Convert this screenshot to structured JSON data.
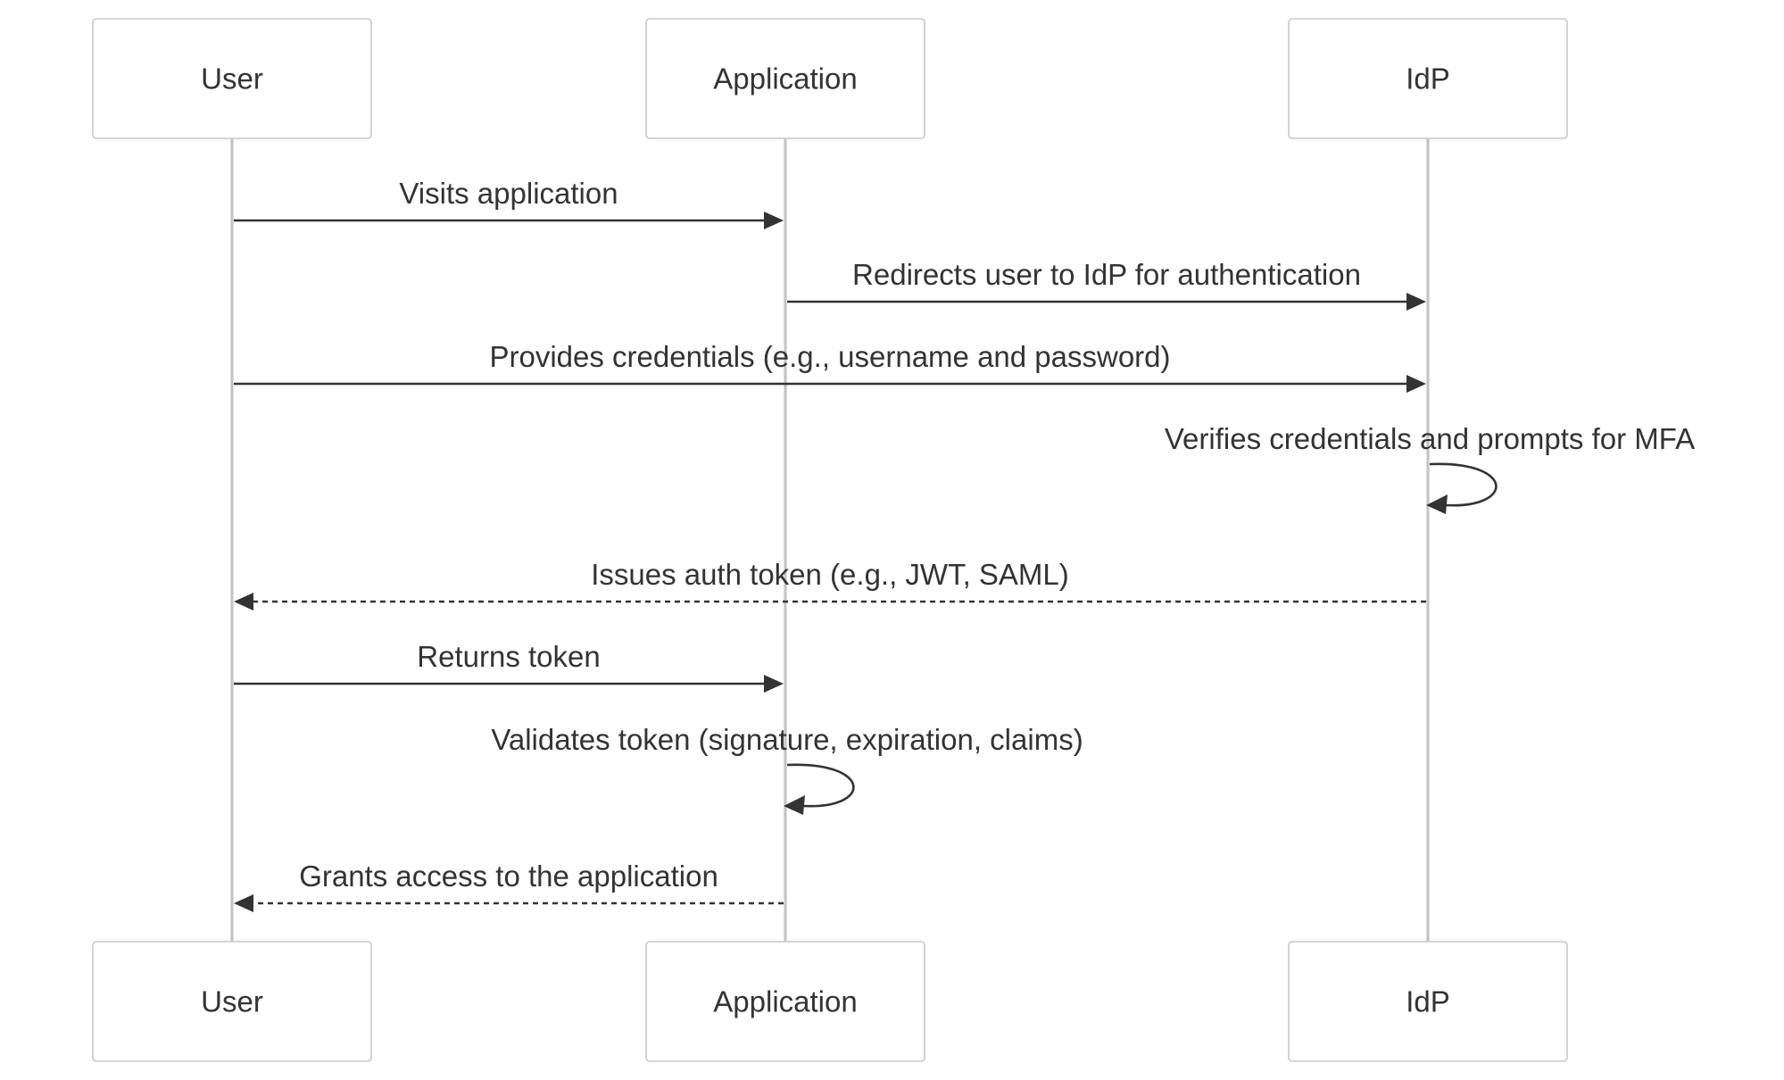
{
  "participants": [
    {
      "id": "user",
      "label": "User"
    },
    {
      "id": "app",
      "label": "Application"
    },
    {
      "id": "idp",
      "label": "IdP"
    }
  ],
  "messages": [
    {
      "from": "user",
      "to": "app",
      "label": "Visits application",
      "style": "solid"
    },
    {
      "from": "app",
      "to": "idp",
      "label": "Redirects user to IdP for authentication",
      "style": "solid"
    },
    {
      "from": "user",
      "to": "idp",
      "label": "Provides credentials (e.g., username and password)",
      "style": "solid"
    },
    {
      "from": "idp",
      "to": "idp",
      "label": "Verifies credentials and prompts for MFA",
      "style": "solid"
    },
    {
      "from": "idp",
      "to": "user",
      "label": "Issues auth token (e.g., JWT, SAML)",
      "style": "dashed"
    },
    {
      "from": "user",
      "to": "app",
      "label": "Returns token",
      "style": "solid"
    },
    {
      "from": "app",
      "to": "app",
      "label": "Validates token (signature, expiration, claims)",
      "style": "solid"
    },
    {
      "from": "app",
      "to": "user",
      "label": "Grants access to the application",
      "style": "dashed"
    }
  ],
  "colors": {
    "line": "#333333",
    "lifeline": "#c4c4c4",
    "box_border": "#c8c8c8",
    "text": "#333333"
  }
}
